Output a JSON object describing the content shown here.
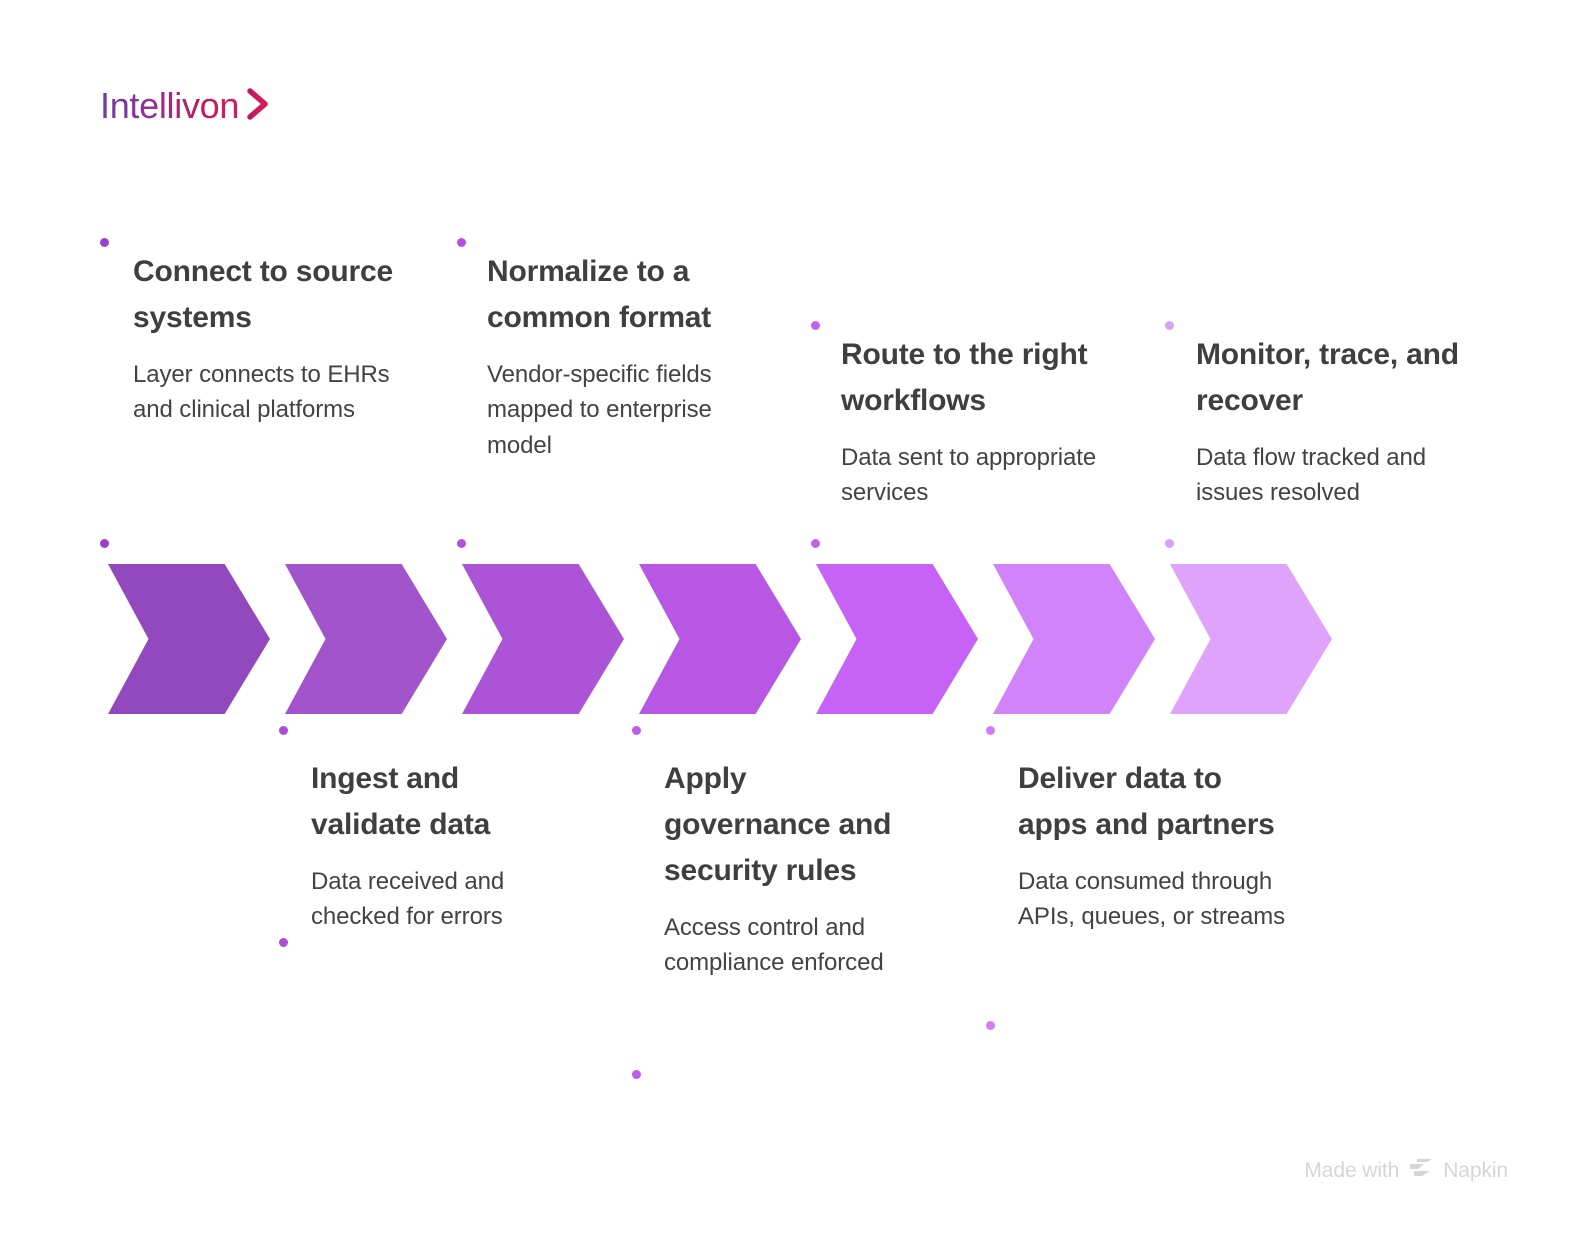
{
  "brand": {
    "name": "Intellivon",
    "chevron_icon": "chevron-right-icon",
    "gradient_start": "#6B3FA0",
    "gradient_end": "#D81B60"
  },
  "diagram": {
    "type": "chevron-process-flow",
    "step_count": 7,
    "dot_color_light": "#CB84F0",
    "steps": [
      {
        "index": 1,
        "title": "Connect to source systems",
        "description": "Layer connects to EHRs and clinical platforms",
        "arrow_color": "#9249BD",
        "dot_color": "#9B3FC9",
        "label_position": "above"
      },
      {
        "index": 2,
        "title": "Ingest and validate data",
        "description": "Data received and checked for errors",
        "arrow_color": "#A255CB",
        "dot_color": "#A84FD4",
        "label_position": "below"
      },
      {
        "index": 3,
        "title": "Normalize to a common format",
        "description": "Vendor-specific fields mapped to enterprise model",
        "arrow_color": "#AC54D7",
        "dot_color": "#B452E0",
        "label_position": "above"
      },
      {
        "index": 4,
        "title": "Apply governance and security rules",
        "description": "Access control and compliance enforced",
        "arrow_color": "#B857E4",
        "dot_color": "#BE5DEC",
        "label_position": "below"
      },
      {
        "index": 5,
        "title": "Route to the right workflows",
        "description": "Data sent to appropriate services",
        "arrow_color": "#C662F6",
        "dot_color": "#C261F2",
        "label_position": "above"
      },
      {
        "index": 6,
        "title": "Deliver data to apps and partners",
        "description": "Data consumed through APIs, queues, or streams",
        "arrow_color": "#D184FA",
        "dot_color": "#CE7DF7",
        "label_position": "below"
      },
      {
        "index": 7,
        "title": "Monitor, trace, and recover",
        "description": "Data flow tracked and issues resolved",
        "arrow_color": "#DFA3FC",
        "dot_color": "#D9A0F8",
        "label_position": "above"
      }
    ]
  },
  "footer": {
    "made_with_label": "Made with",
    "product_name": "Napkin",
    "logo_icon": "napkin-logo-icon"
  }
}
